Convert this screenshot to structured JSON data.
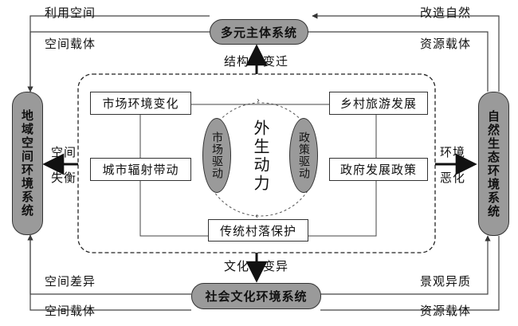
{
  "center": {
    "title": "外生动力"
  },
  "nodes": {
    "top": "多元主体系统",
    "bottom": "社会文化环境系统",
    "left": "地域空间环境系统",
    "right": "自然生态环境系统"
  },
  "boxes": {
    "market_change": "市场环境变化",
    "rural_tourism": "乡村旅游发展",
    "city_radiation": "城市辐射带动",
    "gov_policy": "政府发展政策",
    "village_protection": "传统村落保护"
  },
  "drivers": {
    "market": "市场驱动",
    "policy": "政策驱动"
  },
  "arrow_labels": {
    "top_1": "结构",
    "top_2": "变迁",
    "bottom_1": "文化",
    "bottom_2": "变异",
    "left_1": "空间",
    "left_2": "失衡",
    "right_1": "环境",
    "right_2": "恶化"
  },
  "corner_labels": {
    "top_left_outer": "利用空间",
    "top_left_inner": "空间载体",
    "top_right_outer": "改造自然",
    "top_right_inner": "资源载体",
    "bottom_left_inner": "空间差异",
    "bottom_left_outer": "空间载体",
    "bottom_right_inner": "景观异质",
    "bottom_right_outer": "资源载体"
  }
}
